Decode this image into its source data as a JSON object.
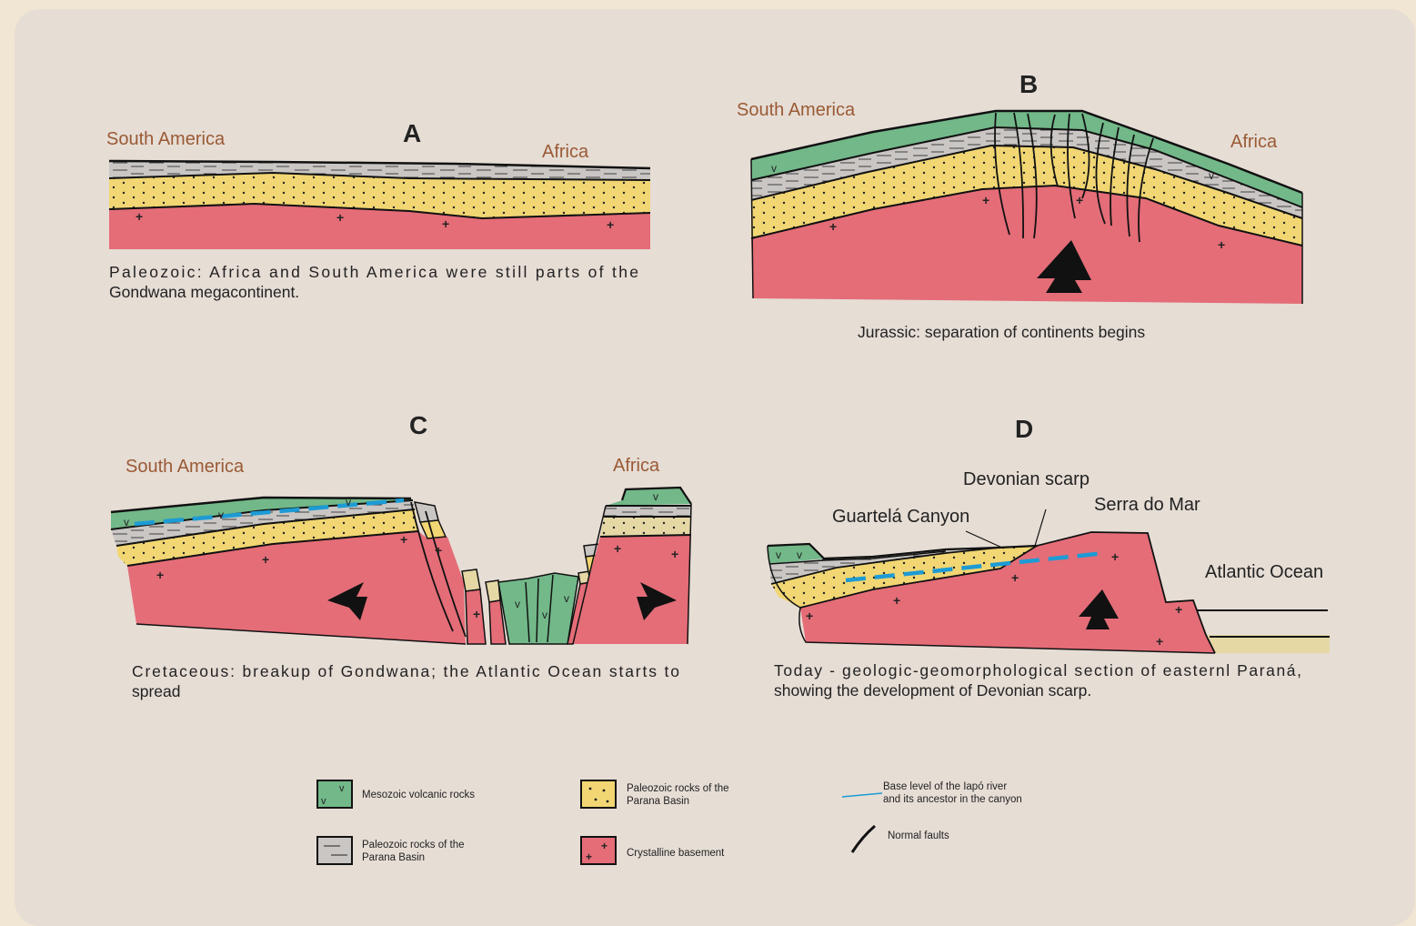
{
  "palette": {
    "volcanic": "#72b889",
    "paleozoic_shale": "#c9c6c4",
    "paleozoic_sandstone": "#f1d673",
    "basement": "#e46d78",
    "river": "#1d9bd4",
    "atlantic_sediment": "#e5d8a5",
    "continent_label": "#9a5a35"
  },
  "sections": {
    "a": {
      "letter": "A",
      "left_continent": "South America",
      "right_continent": "Africa",
      "caption_line1": "Paleozoic: Africa and South America were still parts of the",
      "caption_line2": "Gondwana megacontinent."
    },
    "b": {
      "letter": "B",
      "left_continent": "South America",
      "right_continent": "Africa",
      "caption": "Jurassic: separation of continents begins"
    },
    "c": {
      "letter": "C",
      "left_continent": "South America",
      "right_continent": "Africa",
      "caption_line1": "Cretaceous: breakup of Gondwana; the Atlantic Ocean starts to",
      "caption_line2": "spread"
    },
    "d": {
      "letter": "D",
      "label_devonian_scarp": "Devonian scarp",
      "label_guartela_canyon": "Guartelá Canyon",
      "label_serra_do_mar": "Serra do Mar",
      "label_atlantic_ocean": "Atlantic Ocean",
      "caption_line1": "Today - geologic-geomorphological section of easternl Paraná,",
      "caption_line2": "showing the development of Devonian scarp."
    }
  },
  "legend": {
    "volcanic": "Mesozoic volcanic rocks",
    "paleozoic_shale_line1": "Paleozoic rocks of the",
    "paleozoic_shale_line2": "Parana Basin",
    "paleozoic_sandstone_line1": "Paleozoic rocks of the",
    "paleozoic_sandstone_line2": "Parana Basin",
    "basement": "Crystalline basement",
    "river_line1": "Base level of the Iapó river",
    "river_line2": "and its ancestor in the canyon",
    "faults": "Normal faults"
  }
}
